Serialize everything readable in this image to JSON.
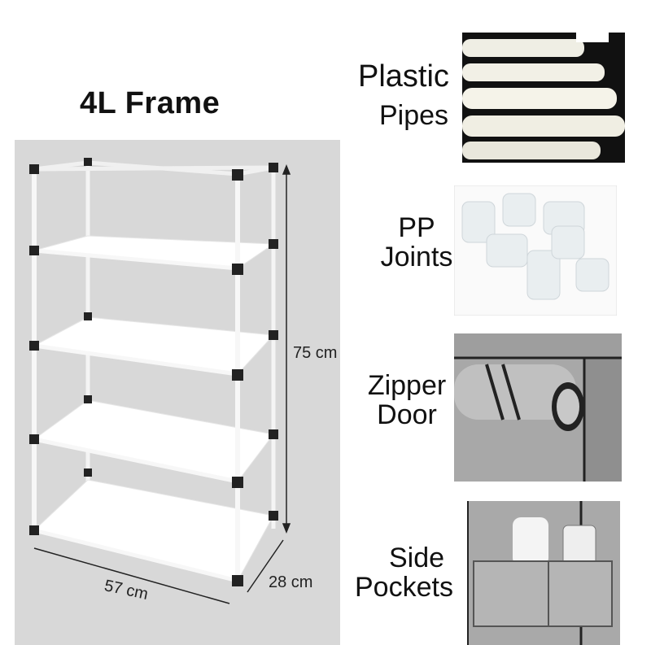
{
  "title": "4L Frame",
  "dimensions": {
    "height": "75 cm",
    "width": "57 cm",
    "depth": "28 cm"
  },
  "features": [
    {
      "line1": "Plastic",
      "line2": "Pipes",
      "icon": "plastic-pipes-photo"
    },
    {
      "line1": "PP",
      "line2": "Joints",
      "icon": "pp-joints-photo"
    },
    {
      "line1": "Zipper",
      "line2": "Door",
      "icon": "zipper-door-photo"
    },
    {
      "line1": "Side",
      "line2": "Pockets",
      "icon": "side-pockets-photo"
    }
  ],
  "colors": {
    "panel": "#d8d8d8",
    "shelf": "#ffffff",
    "joint": "#222222",
    "cover": "#a9a9a9"
  }
}
